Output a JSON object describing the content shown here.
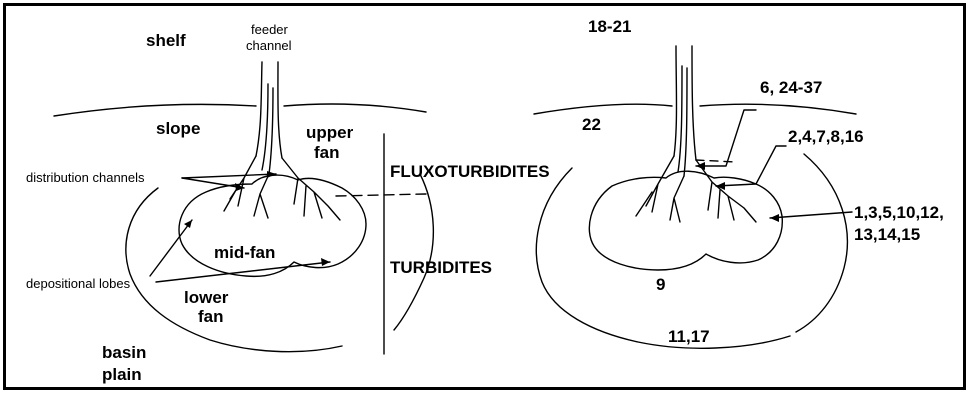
{
  "left_diagram": {
    "shelf": "shelf",
    "feeder_channel": [
      "feeder",
      "channel"
    ],
    "slope": "slope",
    "upper_fan": [
      "upper",
      "fan"
    ],
    "distribution_channels": "distribution channels",
    "mid_fan": "mid-fan",
    "depositional_lobes": "depositional lobes",
    "lower_fan": [
      "lower",
      "fan"
    ],
    "basin_plain": [
      "basin",
      "plain"
    ],
    "fluxoturbidites": "FLUXOTURBIDITES",
    "turbidites": "TURBIDITES"
  },
  "right_diagram": {
    "shelf_ids": "18-21",
    "slope_ids": "22",
    "feeder_ids": "6, 24-37",
    "upper_fan_ids": "2,4,7,8,16",
    "lobe_ids": [
      "1,3,5,10,12,",
      "13,14,15"
    ],
    "mid_lower_ids": "9",
    "basin_ids": "11,17"
  }
}
